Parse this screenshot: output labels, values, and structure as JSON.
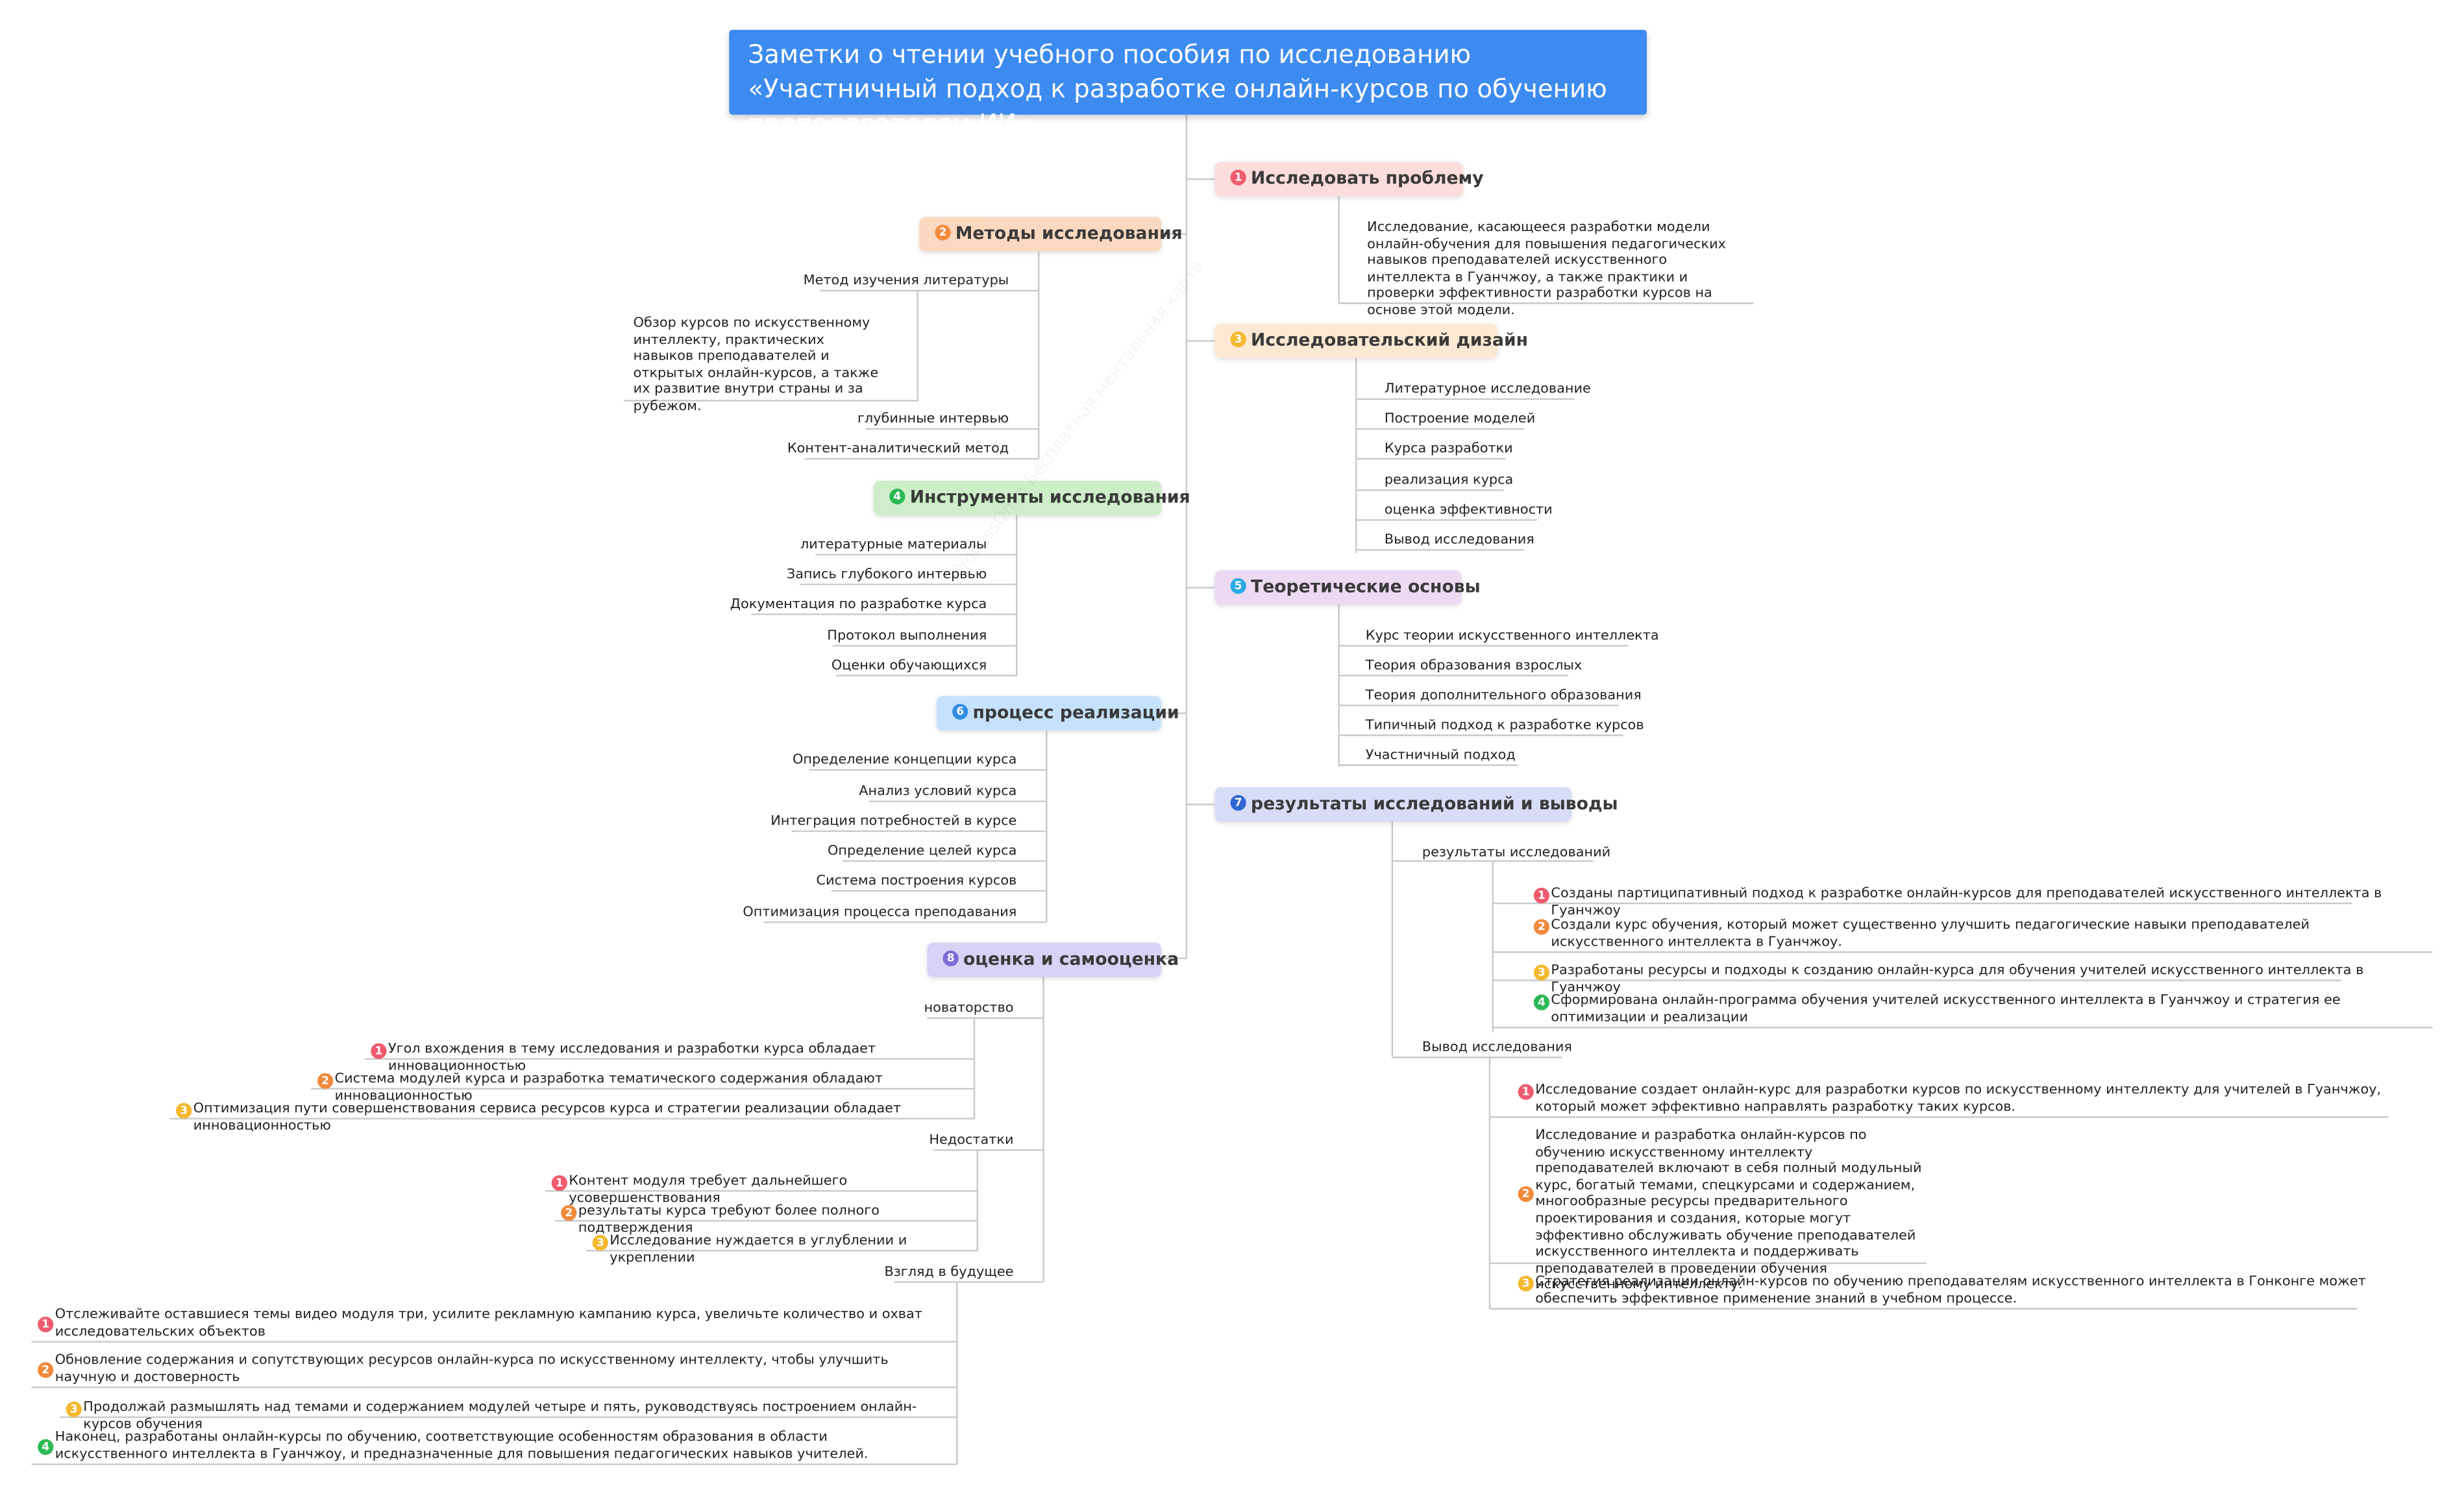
{
  "title": "Заметки о чтении учебного пособия по исследованию «Участничный подход к разработке онлайн-курсов по обучению преподавателям ИИ»",
  "watermark": "ProcessOn.io Бесплатная ментальная карта",
  "colors": {
    "central": "#3d8bf0",
    "line": "#c9c9c9",
    "b1": "#ef5b6e",
    "b2": "#f28a3c",
    "b3": "#f5b82e",
    "b4": "#2cb855",
    "b5": "#29a9e6",
    "b6": "#2f8de4",
    "b7": "#3066d6",
    "b8": "#7d6bd8"
  },
  "topics": {
    "t1": {
      "num": "1",
      "label": "Исследовать проблему",
      "desc": "Исследование, касающееся разработки модели онлайн-обучения для повышения педагогических навыков преподавателей искусственного интеллекта в Гуанчжоу, а также практики и проверки эффективности разработки курсов на основе этой модели."
    },
    "t2": {
      "num": "2",
      "label": "Методы исследования",
      "items": [
        "Метод изучения литературы",
        "глубинные интервью",
        "Контент-аналитический метод"
      ],
      "desc": "Обзор курсов по искусственному интеллекту, практических навыков преподавателей и открытых онлайн-курсов, а также их развитие внутри страны и за рубежом."
    },
    "t3": {
      "num": "3",
      "label": "Исследовательский дизайн",
      "items": [
        "Литературное исследование",
        "Построение моделей",
        "Курса разработки",
        "реализация курса",
        "оценка эффективности",
        "Вывод исследования"
      ]
    },
    "t4": {
      "num": "4",
      "label": "Инструменты исследования",
      "items": [
        "литературные материалы",
        "Запись глубокого интервью",
        "Документация по разработке курса",
        "Протокол выполнения",
        "Оценки обучающихся"
      ]
    },
    "t5": {
      "num": "5",
      "label": "Теоретические основы",
      "items": [
        "Курс теории искусственного интеллекта",
        "Теория образования взрослых",
        "Теория дополнительного образования",
        "Типичный подход к разработке курсов",
        "Участничный подход"
      ]
    },
    "t6": {
      "num": "6",
      "label": "процесс реализации",
      "items": [
        "Определение концепции курса",
        "Анализ условий курса",
        "Интеграция потребностей в курсе",
        "Определение целей курса",
        "Система построения курсов",
        "Оптимизация процесса преподавания"
      ]
    },
    "t7": {
      "num": "7",
      "label": "результаты исследований и выводы",
      "results_label": "результаты исследований",
      "results": [
        "Созданы партиципативный подход к разработке онлайн-курсов для преподавателей искусственного интеллекта в Гуанчжоу",
        "Создали курс обучения, который может существенно улучшить педагогические навыки преподавателей искусственного интеллекта в Гуанчжоу.",
        "Разработаны ресурсы и подходы к созданию онлайн-курса для обучения учителей искусственного интеллекта в Гуанчжоу",
        "Сформирована онлайн-программа обучения учителей искусственного интеллекта в Гуанчжоу и стратегия ее оптимизации и реализации"
      ],
      "conclusion_label": "Вывод исследования",
      "conclusions": [
        "Исследование создает онлайн-курс для разработки курсов по искусственному интеллекту для учителей в Гуанчжоу, который может эффективно направлять разработку таких курсов.",
        "Исследование и разработка онлайн-курсов по обучению искусственному интеллекту преподавателей включают в себя полный модульный курс, богатый темами, спецкурсами и содержанием, многообразные ресурсы предварительного проектирования и создания, которые могут эффективно обслуживать обучение преподавателей искусственного интеллекта и поддерживать преподавателей в проведении обучения искусственному интеллекту.",
        "Стратегия реализации онлайн-курсов по обучению преподавателям искусственного интеллекта в Гонконге может обеспечить эффективное применение знаний в учебном процессе."
      ]
    },
    "t8": {
      "num": "8",
      "label": "оценка и самооценка",
      "novelty_label": "новаторство",
      "novelty": [
        "Угол вхождения в тему исследования и разработки курса обладает инновационностью",
        "Система модулей курса и разработка тематического содержания обладают инновационностью",
        "Оптимизация пути совершенствования сервиса ресурсов курса и стратегии реализации обладает инновационностью"
      ],
      "flaws_label": "Недостатки",
      "flaws": [
        "Контент модуля требует дальнейшего усовершенствования",
        "результаты курса требуют более полного подтверждения",
        "Исследование нуждается в углублении и укреплении"
      ],
      "future_label": "Взгляд в будущее",
      "future": [
        "Отслеживайте оставшиеся темы видео модуля три, усилите рекламную кампанию курса, увеличьте количество и охват исследовательских объектов",
        "Обновление содержания и сопутствующих ресурсов онлайн-курса по искусственному интеллекту, чтобы улучшить научную и достоверность",
        "Продолжай размышлять над темами и содержанием модулей четыре и пять, руководствуясь построением онлайн-курсов обучения",
        "Наконец, разработаны онлайн-курсы по обучению, соответствующие особенностям образования в области искусственного интеллекта в Гуанчжоу, и предназначенные для повышения педагогических навыков учителей."
      ]
    }
  }
}
